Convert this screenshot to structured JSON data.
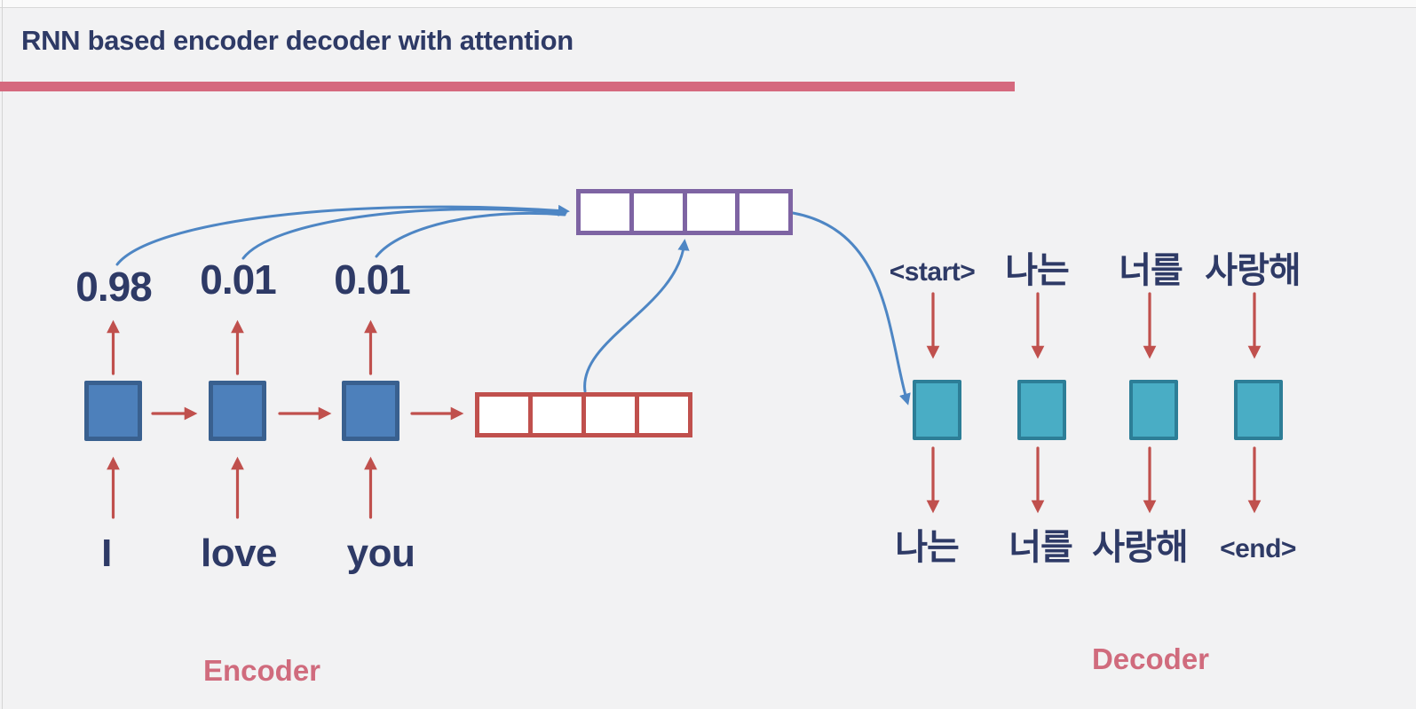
{
  "slide": {
    "title": "RNN based encoder decoder with attention"
  },
  "encoder": {
    "label": "Encoder",
    "inputs": [
      "I",
      "love",
      "you"
    ],
    "attention_weights": [
      "0.98",
      "0.01",
      "0.01"
    ],
    "cell_count": 3,
    "hidden_state_vector": {
      "cells": 4
    }
  },
  "attention": {
    "context_vector": {
      "cells": 4
    }
  },
  "decoder": {
    "label": "Decoder",
    "inputs": [
      "<start>",
      "나는",
      "너를",
      "사랑해"
    ],
    "outputs": [
      "나는",
      "너를",
      "사랑해",
      "<end>"
    ],
    "cell_count": 4
  },
  "colors": {
    "background": "#f2f2f3",
    "title_text": "#2e3a66",
    "accent_bar": "#d5697e",
    "section_label": "#d06b7d",
    "encoder_cell_fill": "#4d80bb",
    "encoder_cell_border": "#39608f",
    "decoder_cell_fill": "#49adc5",
    "decoder_cell_border": "#2d7e97",
    "red_arrow": "#c0504d",
    "blue_arrow": "#4e86c4",
    "hidden_vector_border": "#c0504d",
    "context_vector_border": "#7e64a3"
  }
}
